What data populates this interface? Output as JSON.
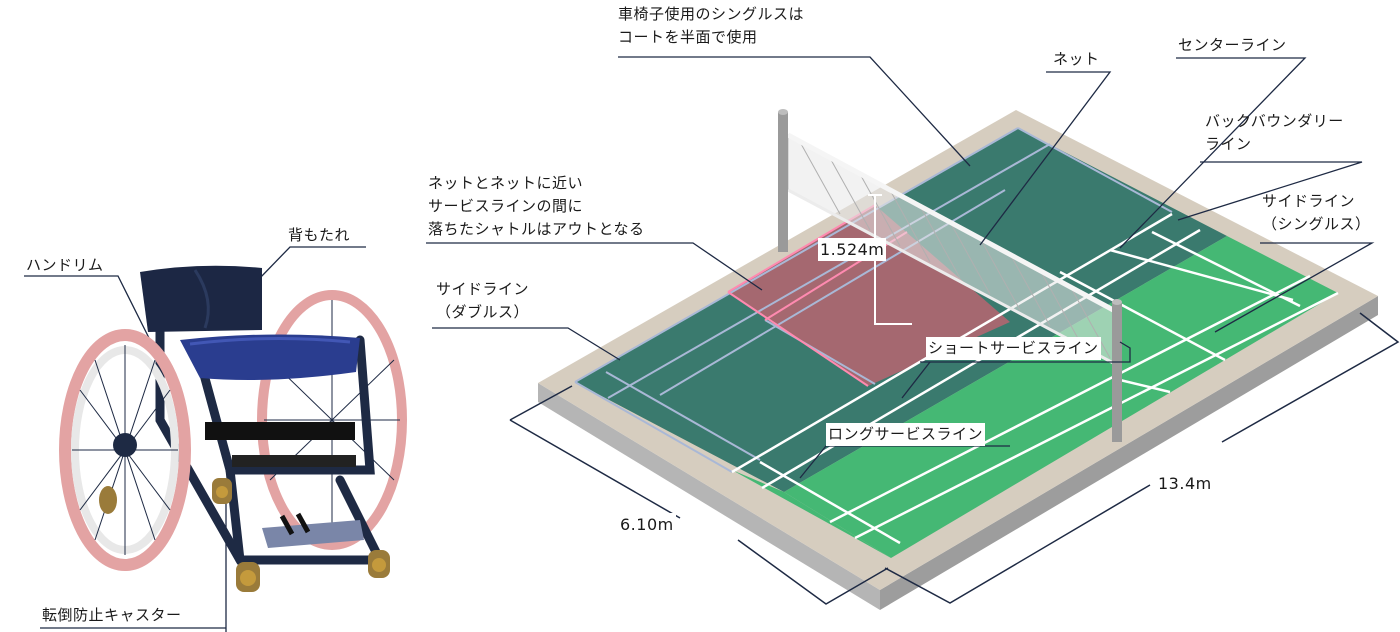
{
  "wheelchair": {
    "backrest": "背もたれ",
    "handrim": "ハンドリム",
    "anti_tip_caster": "転倒防止キャスター"
  },
  "court": {
    "half_court_note": "車椅子使用のシングルスは\nコートを半面で使用",
    "net": "ネット",
    "center_line": "センターライン",
    "back_boundary_line": "バックバウンダリー\nライン",
    "side_line_singles": "サイドライン\n（シングルス）",
    "out_zone_note": "ネットとネットに近い\nサービスラインの間に\n落ちたシャトルはアウトとなる",
    "side_line_doubles": "サイドライン\n（ダブルス）",
    "short_service_line": "ショートサービスライン",
    "long_service_line": "ロングサービスライン",
    "net_height": "1.524m",
    "width_dim": "6.10m",
    "length_dim": "13.4m"
  },
  "colors": {
    "court_dark": "#3a7a6e",
    "court_light": "#45b874",
    "out_zone": "#a56870",
    "surround": "#d6cdbf",
    "base_side": "#a8a8a8",
    "frame": "#1e2a44",
    "seat": "#2a3d8f",
    "tire": "#e3a3a3"
  }
}
